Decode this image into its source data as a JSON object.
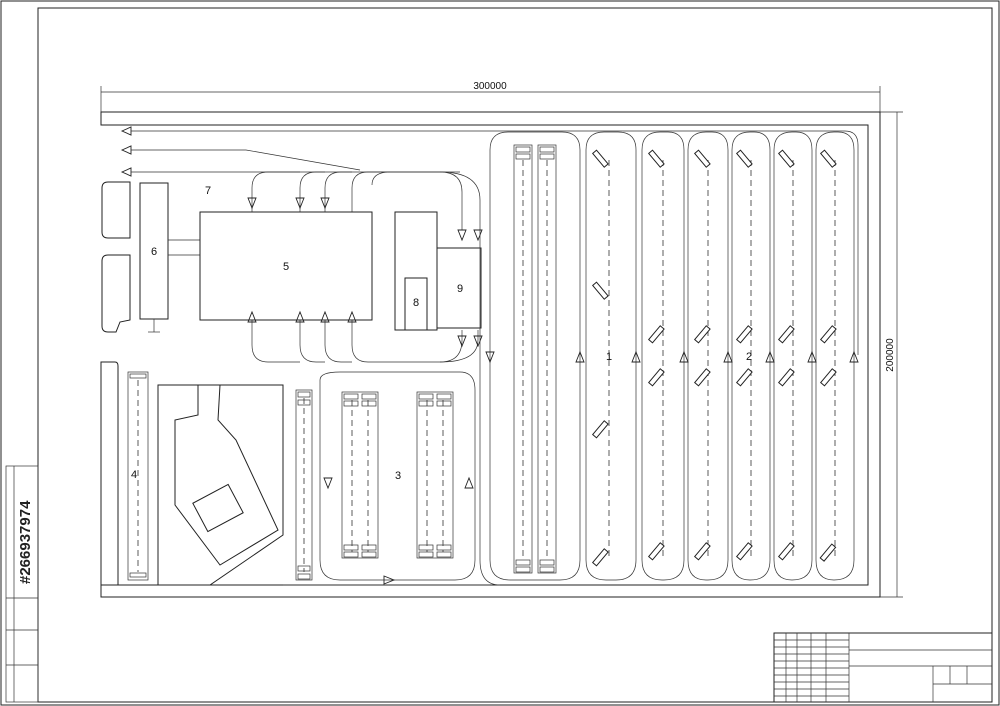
{
  "dimensions": {
    "width": "300000",
    "height": "200000"
  },
  "labels": {
    "zone1": "1",
    "zone2": "2",
    "zone3": "3",
    "zone4": "4",
    "zone5": "5",
    "zone6": "6",
    "zone7": "7",
    "zone8": "8",
    "zone9": "9"
  },
  "watermark": "#266937974"
}
